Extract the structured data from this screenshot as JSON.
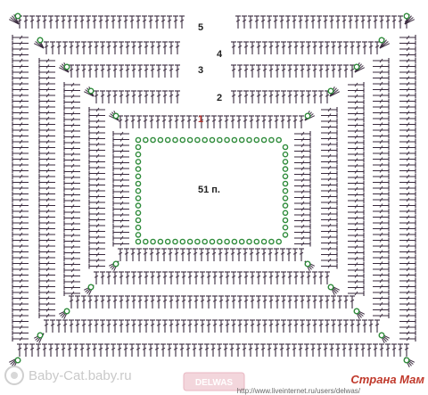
{
  "diagram": {
    "center_label": "51 п.",
    "row_numbers": [
      {
        "text": "1",
        "color": "#b5302a"
      },
      {
        "text": "2",
        "color": "#222222"
      },
      {
        "text": "3",
        "color": "#222222"
      },
      {
        "text": "4",
        "color": "#222222"
      },
      {
        "text": "5",
        "color": "#222222"
      }
    ],
    "stitch_color": "#3a2a3e",
    "chain_color": "#2e8b3a"
  },
  "watermarks": {
    "left": "Baby-Cat.baby.ru",
    "center": "DELWAS",
    "right_brand": "Страна Мам",
    "right_url": "http://www.liveinternet.ru/users/delwas/"
  }
}
